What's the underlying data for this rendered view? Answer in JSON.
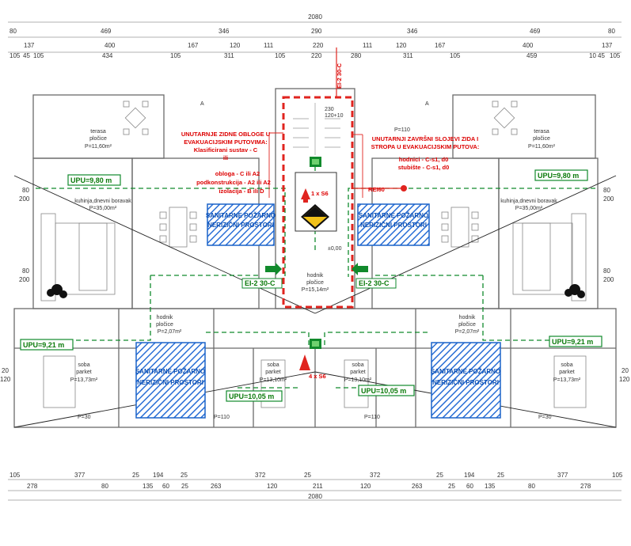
{
  "dims": {
    "top_total": "2080",
    "top_row1": [
      "80",
      "469",
      "346",
      "290",
      "346",
      "469",
      "80"
    ],
    "top_row2": [
      "137",
      "400",
      "167",
      "120",
      "111",
      "220",
      "111",
      "120",
      "167",
      "400",
      "137"
    ],
    "top_row3": [
      "105",
      "45",
      "105",
      "434",
      "105",
      "311",
      "105",
      "220",
      "280",
      "311",
      "105",
      "459",
      "10",
      "45",
      "105"
    ],
    "bottom_total": "2080",
    "bottom_row1": [
      "105",
      "377",
      "25",
      "194",
      "25",
      "372",
      "25",
      "372",
      "25",
      "194",
      "25",
      "377",
      "105"
    ],
    "bottom_row2": [
      "278",
      "80",
      "135",
      "60",
      "25",
      "263",
      "120",
      "211",
      "120",
      "263",
      "25",
      "60",
      "135",
      "80",
      "278"
    ],
    "side_left": [
      "80",
      "200",
      "80",
      "200",
      "20",
      "120"
    ],
    "side_right": [
      "80",
      "200",
      "80",
      "200",
      "20",
      "120"
    ]
  },
  "rooms": {
    "terrace_left": {
      "name": "terasa",
      "sub": "pločice",
      "area": "P=11,60m²"
    },
    "terrace_right": {
      "name": "terasa",
      "sub": "pločice",
      "area": "P=11,60m²"
    },
    "living_left": {
      "name": "kuhinja,dnevni boravak",
      "area": "P=35,00m²"
    },
    "living_right": {
      "name": "kuhinja,dnevni boravak",
      "area": "P=35,00m²"
    },
    "hall_center": {
      "name": "hodnik",
      "sub": "pločice",
      "area": "P=15,14m²"
    },
    "hall_left": {
      "name": "hodnik",
      "sub": "pločice",
      "area": "P=2,07m²"
    },
    "hall_right": {
      "name": "hodnik",
      "sub": "pločice",
      "area": "P=2,07m²"
    },
    "bed_left_outer": {
      "name": "soba",
      "sub": "parket",
      "area": "P=13,73m²"
    },
    "bed_left_inner": {
      "name": "soba",
      "sub": "parket",
      "area": "P=13,10m²"
    },
    "bed_right_inner": {
      "name": "soba",
      "sub": "parket",
      "area": "P=13,10m²"
    },
    "bed_right_outer": {
      "name": "soba",
      "sub": "parket",
      "area": "P=13,73m²"
    }
  },
  "upu": {
    "left_top": "UPU=9,80 m",
    "right_top": "UPU=9,80 m",
    "left_mid": "UPU=9,21 m",
    "right_mid": "UPU=9,21 m",
    "left_bottom": "UPU=10,05 m",
    "right_bottom": "UPU=10,05 m"
  },
  "sanitary": {
    "line1": "SANITARNE POŽARNO",
    "line2": "NERIZIČNI PROSTORI"
  },
  "notes": {
    "left": [
      "UNUTARNJE ZIDNE OBLOGE U",
      "EVAKUACIJSKIM PUTOVIMA:",
      "Klasificirani sustav - C",
      "ili",
      "obloga - C ili A2",
      "podkonstrukcija - A2 ili A2",
      "izolacija - B ili D"
    ],
    "right": [
      "UNUTARNJI ZAVRŠNI SLOJEVI ZIDA I",
      "STROPA U EVAKUACIJSKIM PUTOVA:",
      "hodnici - C-s1, d0",
      "stubište - C-s1, d0"
    ]
  },
  "fire": {
    "rei": "REI60",
    "ei_top": "EI-2 30-C",
    "ei_left": "EI-2 30-C",
    "ei_right": "EI-2 30-C",
    "ext_top": "1 x S6",
    "ext_bottom": "4 x S6",
    "level": "±0,00",
    "stair_top_dims": "120+10",
    "stair_230": "230"
  },
  "misc": {
    "p110": "P=110",
    "p30": "P=30",
    "stair_dim": "120",
    "door_a": "A"
  },
  "colors": {
    "red": "#e0241f",
    "green": "#118a2c",
    "blue": "#1b63c9",
    "line": "#555555"
  }
}
